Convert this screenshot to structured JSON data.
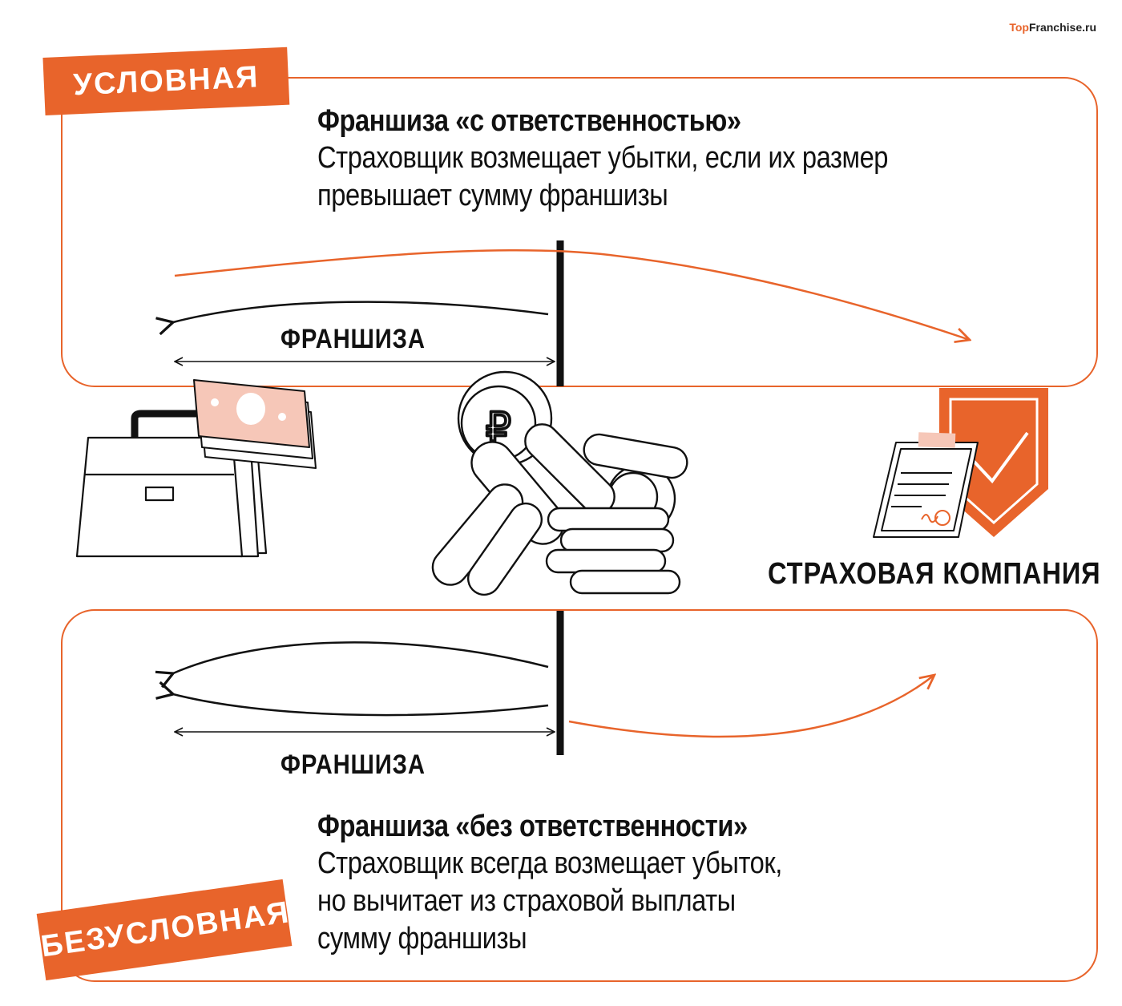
{
  "brand": {
    "part_a": "Top",
    "part_b": "Franchise.ru"
  },
  "conditional": {
    "tag": "УСЛОВНАЯ",
    "title": "Франшиза «с ответственностью»",
    "body_lines": [
      "Страховщик возмещает убытки, если их размер",
      "превышает сумму франшизы"
    ],
    "franchise_label": "ФРАНШИЗА"
  },
  "unconditional": {
    "tag": "БЕЗУСЛОВНАЯ",
    "title": "Франшиза «без ответственности»",
    "body_lines": [
      "Страховщик всегда возмещает убыток,",
      "но вычитает из страховой выплаты",
      "сумму франшизы"
    ],
    "franchise_label": "ФРАНШИЗА"
  },
  "company_label": "СТРАХОВАЯ КОМПАНИЯ",
  "colors": {
    "accent": "#e8642b",
    "ink": "#111111",
    "pale_pink": "#f6c7b8",
    "background": "#ffffff"
  },
  "icons": [
    "briefcase-icon",
    "banknotes-icon",
    "coins-icon",
    "document-icon",
    "shield-check-icon"
  ]
}
